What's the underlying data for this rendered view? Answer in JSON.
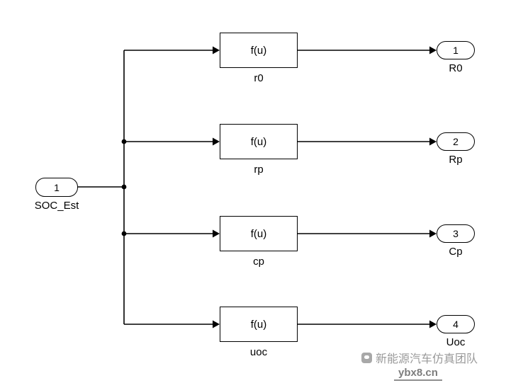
{
  "diagram": {
    "input_port": {
      "number": "1",
      "label": "SOC_Est"
    },
    "blocks": [
      {
        "fn": "f(u)",
        "label": "r0"
      },
      {
        "fn": "f(u)",
        "label": "rp"
      },
      {
        "fn": "f(u)",
        "label": "cp"
      },
      {
        "fn": "f(u)",
        "label": "uoc"
      }
    ],
    "output_ports": [
      {
        "number": "1",
        "label": "R0"
      },
      {
        "number": "2",
        "label": "Rp"
      },
      {
        "number": "3",
        "label": "Cp"
      },
      {
        "number": "4",
        "label": "Uoc"
      }
    ],
    "colors": {
      "line": "#000000",
      "block_bg": "#ffffff",
      "watermark": "#9a9a9a"
    }
  },
  "watermark": {
    "team": "新能源汽车仿真团队",
    "site": "ybx8.cn"
  }
}
